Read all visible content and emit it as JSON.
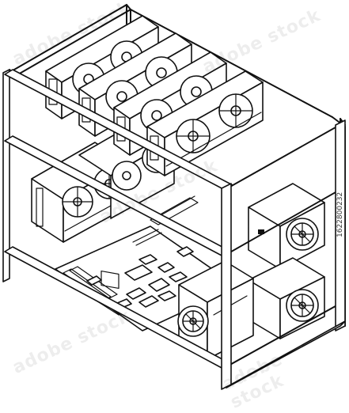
{
  "image": {
    "subject": "mining-rig-line-drawing",
    "stock_id": "1622800232",
    "watermark_text": "adobe stock",
    "colors": {
      "line": "#111111",
      "background": "#ffffff"
    },
    "icons": [
      "gpu-card",
      "fan",
      "motherboard",
      "power-supply",
      "open-rack-frame"
    ]
  }
}
